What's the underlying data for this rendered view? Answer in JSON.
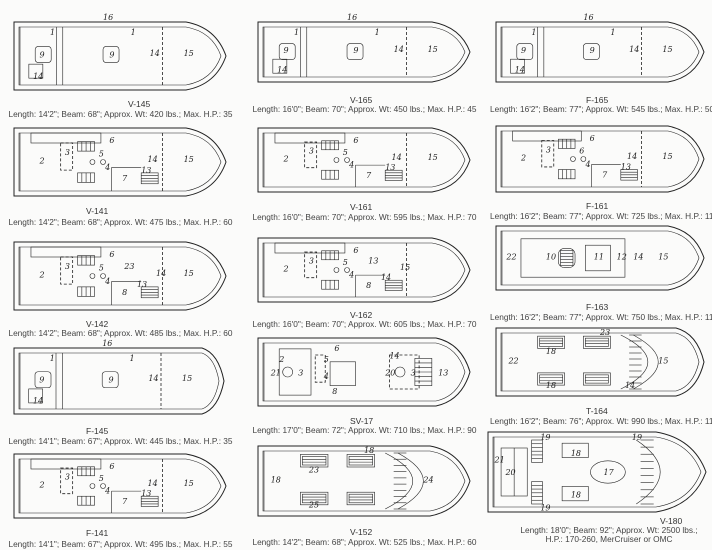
{
  "boats": [
    {
      "id": "v145",
      "model": "V-145",
      "caption": "Length: 14'2\"; Beam: 68\"; Approx. Wt: 420 lbs.; Max. H.P.: 35",
      "layout": "open",
      "labels": [
        "16",
        "1",
        "1",
        "9",
        "9",
        "14",
        "14",
        "15"
      ]
    },
    {
      "id": "v165",
      "model": "V-165",
      "caption": "Length: 16'0\"; Beam: 70\"; Approx. Wt: 450 lbs.; Max. H.P.: 45",
      "layout": "open",
      "labels": [
        "16",
        "1",
        "1",
        "9",
        "9",
        "14",
        "14",
        "15"
      ]
    },
    {
      "id": "f165",
      "model": "F-165",
      "caption": "Length: 16'2\"; Beam: 77\"; Approx. Wt: 545 lbs.; Max. H.P.: 50",
      "layout": "open",
      "labels": [
        "16",
        "1",
        "1",
        "9",
        "9",
        "14",
        "14",
        "15"
      ]
    },
    {
      "id": "v141",
      "model": "V-141",
      "caption": "Length: 14'2\"; Beam: 68\"; Approx. Wt: 475 lbs.; Max. H.P.: 60",
      "layout": "console",
      "labels": [
        "6",
        "2",
        "3",
        "5",
        "4",
        "7",
        "13",
        "14",
        "15"
      ]
    },
    {
      "id": "v161",
      "model": "V-161",
      "caption": "Length: 16'0\"; Beam: 70\"; Approx. Wt: 595 lbs.; Max. H.P.: 70",
      "layout": "console",
      "labels": [
        "6",
        "2",
        "3",
        "5",
        "4",
        "7",
        "13",
        "14",
        "15"
      ]
    },
    {
      "id": "f161",
      "model": "F-161",
      "caption": "Length: 16'2\"; Beam: 77\"; Approx. Wt: 725 lbs.; Max. H.P.: 110",
      "layout": "console",
      "labels": [
        "6",
        "2",
        "3",
        "6",
        "4",
        "7",
        "13",
        "14",
        "15"
      ]
    },
    {
      "id": "v142",
      "model": "V-142",
      "caption": "Length: 14'2\"; Beam: 68\"; Approx. Wt: 485 lbs.; Max. H.P.: 60",
      "layout": "dual",
      "labels": [
        "6",
        "2",
        "3",
        "5",
        "4",
        "8",
        "23",
        "13",
        "14",
        "15"
      ]
    },
    {
      "id": "v162",
      "model": "V-162",
      "caption": "Length: 16'0\"; Beam: 70\"; Approx. Wt: 605 lbs.; Max. H.P.: 70",
      "layout": "dual",
      "labels": [
        "6",
        "2",
        "3",
        "5",
        "4",
        "8",
        "13",
        "14",
        "15"
      ]
    },
    {
      "id": "f163",
      "model": "F-163",
      "caption": "Length: 16'2\"; Beam: 77\"; Approx. Wt: 750 lbs.; Max. H.P.: 110",
      "layout": "deck",
      "labels": [
        "22",
        "10",
        "11",
        "12",
        "14",
        "15"
      ]
    },
    {
      "id": "f145",
      "model": "F-145",
      "caption": "Length: 14'1\"; Beam: 67\"; Approx. Wt: 445 lbs.; Max. H.P.: 35",
      "layout": "open",
      "labels": [
        "16",
        "1",
        "1",
        "9",
        "9",
        "14",
        "14",
        "15"
      ]
    },
    {
      "id": "sv17",
      "model": "SV-17",
      "caption": "Length: 17'0\"; Beam: 72\"; Approx. Wt: 710 lbs.; Max. H.P.: 90",
      "layout": "sv",
      "labels": [
        "2",
        "21",
        "3",
        "5",
        "4",
        "6",
        "14",
        "20",
        "3",
        "8",
        "13"
      ]
    },
    {
      "id": "t164",
      "model": "T-164",
      "caption": "Length: 16'2\"; Beam: 76\"; Approx. Wt: 990 lbs.; Max. H.P.: 110",
      "layout": "seats",
      "labels": [
        "22",
        "18",
        "23",
        "18",
        "15",
        "14"
      ]
    },
    {
      "id": "f141",
      "model": "F-141",
      "caption": "Length: 14'1\"; Beam: 67\"; Approx. Wt: 495 lbs.; Max. H.P.: 55",
      "layout": "console",
      "labels": [
        "6",
        "2",
        "3",
        "5",
        "4",
        "7",
        "13",
        "14",
        "15"
      ]
    },
    {
      "id": "v152",
      "model": "V-152",
      "caption": "Length: 14'2\"; Beam: 68\"; Approx. Wt: 525 lbs.; Max. H.P.: 60",
      "layout": "seats",
      "labels": [
        "18",
        "23",
        "18",
        "25",
        "24"
      ]
    },
    {
      "id": "v180",
      "model": "V-180",
      "caption": "Length: 18'0\"; Beam: 92\"; Approx. Wt: 2500 lbs.; H.P.: 170-260, MerCruiser or OMC",
      "layout": "v180",
      "labels": [
        "19",
        "21",
        "20",
        "18",
        "18",
        "19",
        "17",
        "19"
      ]
    }
  ]
}
